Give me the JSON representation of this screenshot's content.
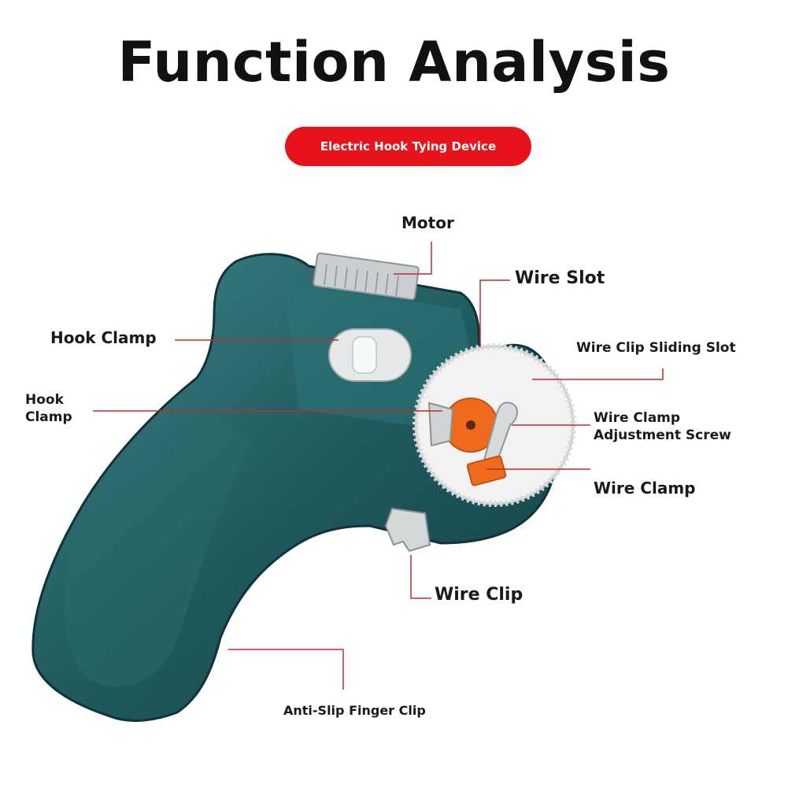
{
  "title": "Function Analysis",
  "badge": "Electric Hook Tying Device",
  "colors": {
    "accent": "#e8121a",
    "body": "#1f5a5e",
    "gear": "#f2f2f2",
    "orange": "#f06a1e",
    "leader": "#c42b2b"
  },
  "labels": {
    "motor": "Motor",
    "wire_slot": "Wire Slot",
    "hook_clamp_1": "Hook Clamp",
    "wire_clip_sliding_slot": "Wire Clip Sliding Slot",
    "hook_clamp_2_line1": "Hook",
    "hook_clamp_2_line2": "Clamp",
    "wire_clamp_adjustment_screw_line1": "Wire Clamp",
    "wire_clamp_adjustment_screw_line2": "Adjustment Screw",
    "wire_clamp": "Wire Clamp",
    "wire_clip": "Wire Clip",
    "anti_slip_finger_clip": "Anti-Slip Finger Clip"
  }
}
